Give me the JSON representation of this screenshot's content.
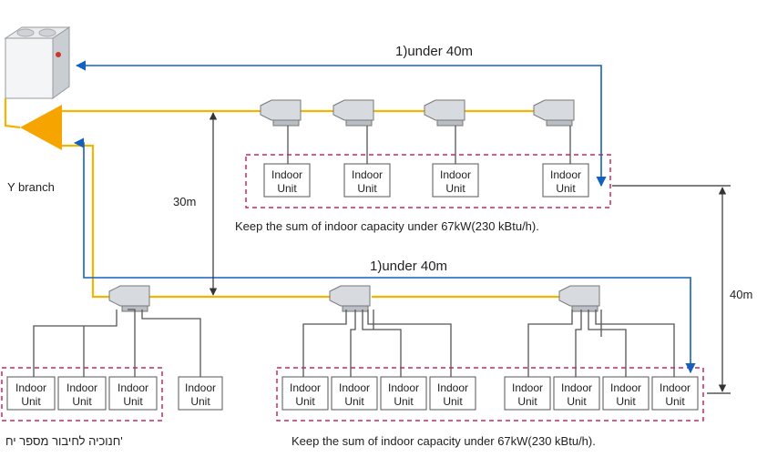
{
  "labels": {
    "y_branch": "Y branch",
    "dist_upper": "1)under 40m",
    "dist_lower": "1)under 40m",
    "height_30": "30m",
    "height_40": "40m",
    "note_upper": "Keep the sum of indoor capacity under 67kW(230 kBtu/h).",
    "note_lower": "Keep the sum of indoor capacity under 67kW(230 kBtu/h).",
    "footer_left": "חנוכיה לחיבור מספר יח'"
  },
  "indoor_unit": {
    "line1": "Indoor",
    "line2": "Unit"
  },
  "colors": {
    "refrigerant_pipe": "#f4b400",
    "distance_arrow": "#1560bd",
    "group_border": "#c8285a"
  }
}
